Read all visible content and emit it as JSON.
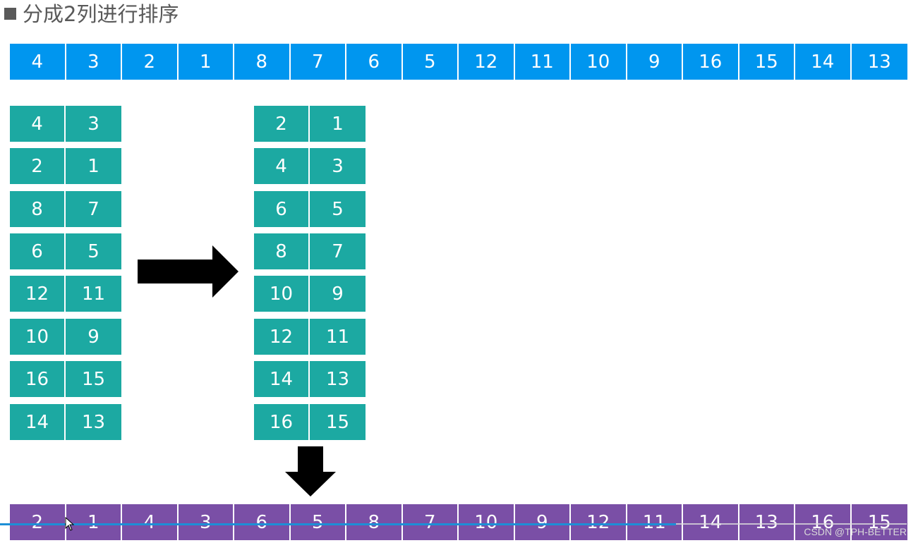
{
  "title": "分成2列进行排序",
  "colors": {
    "top_row": "#0096ef",
    "pairs": "#1ca9a2",
    "bottom_row": "#7a4fa6",
    "title": "#595959"
  },
  "top_row": [
    "4",
    "3",
    "2",
    "1",
    "8",
    "7",
    "6",
    "5",
    "12",
    "11",
    "10",
    "9",
    "16",
    "15",
    "14",
    "13"
  ],
  "left_pairs": [
    [
      "4",
      "3"
    ],
    [
      "2",
      "1"
    ],
    [
      "8",
      "7"
    ],
    [
      "6",
      "5"
    ],
    [
      "12",
      "11"
    ],
    [
      "10",
      "9"
    ],
    [
      "16",
      "15"
    ],
    [
      "14",
      "13"
    ]
  ],
  "right_pairs": [
    [
      "2",
      "1"
    ],
    [
      "4",
      "3"
    ],
    [
      "6",
      "5"
    ],
    [
      "8",
      "7"
    ],
    [
      "10",
      "9"
    ],
    [
      "12",
      "11"
    ],
    [
      "14",
      "13"
    ],
    [
      "16",
      "15"
    ]
  ],
  "bottom_row": [
    "2",
    "1",
    "4",
    "3",
    "6",
    "5",
    "8",
    "7",
    "10",
    "9",
    "12",
    "11",
    "14",
    "13",
    "16",
    "15"
  ],
  "icons": {
    "title_bullet": "square-bullet-icon",
    "right_arrow": "arrow-right-icon",
    "down_arrow": "arrow-down-icon",
    "cursor": "mouse-cursor-icon"
  },
  "progress": 0.74,
  "watermark": "CSDN @TPH-BETTER"
}
